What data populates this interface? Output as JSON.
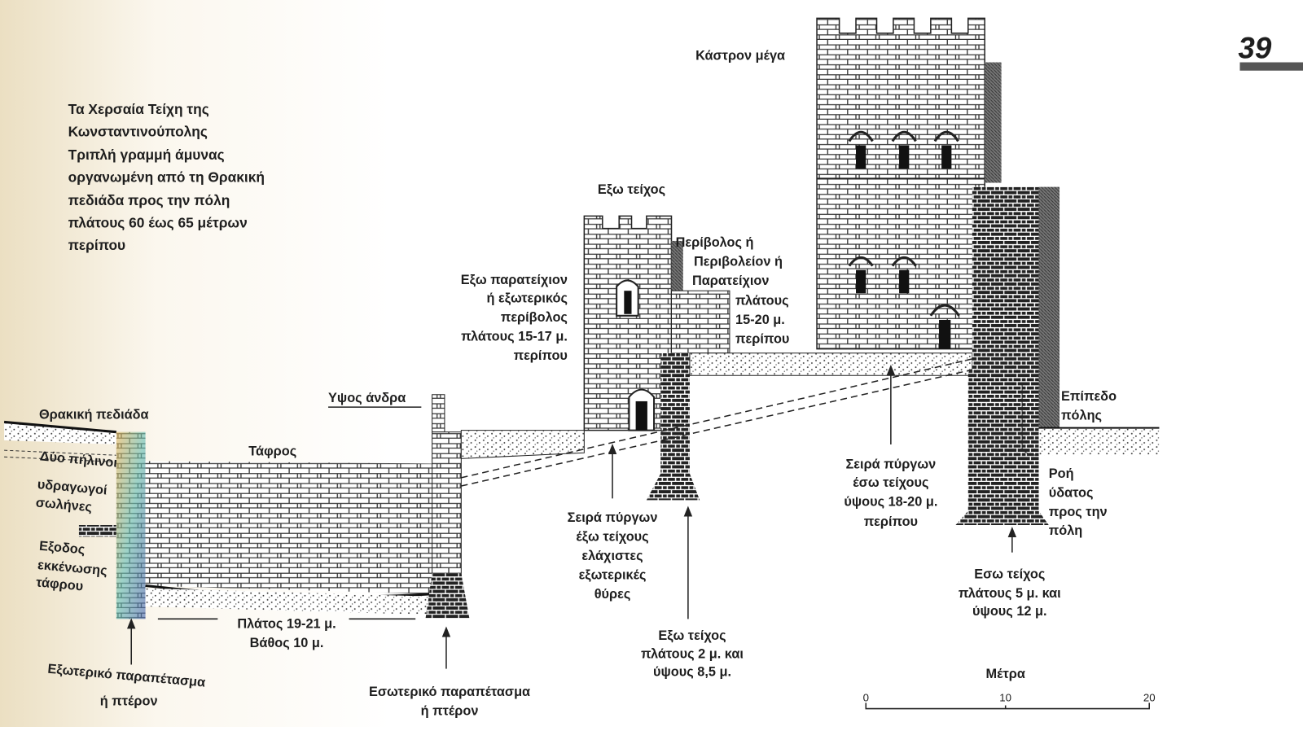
{
  "page_number": "39",
  "title_block": [
    "Τα Χερσαία Τείχη της",
    "Κωνσταντινούπολης",
    "Τριπλή γραμμή άμυνας",
    "οργανωμένη από τη Θρακική",
    "πεδιάδα προς την πόλη",
    "πλάτους 60 έως 65 μέτρων",
    "περίπου"
  ],
  "labels": {
    "kastron": "Κάστρον μέγα",
    "exo_teichos_top": "Εξω τείχος",
    "peribolos": [
      "Περίβολος ή",
      "Περιβολείον ή",
      "Παρατείχιον",
      "πλάτους",
      "15-20 μ.",
      "περίπου"
    ],
    "exo_parateichion": [
      "Εξω παρατείχιον",
      "ή εξωτερικός",
      "περίβολος",
      "πλάτους 15-17 μ.",
      "περίπου"
    ],
    "ypsos_andra": "Υψος άνδρα",
    "tafros": "Τάφρος",
    "thrakiki": "Θρακική πεδιάδα",
    "pipes": [
      "Δύο πήλινοι",
      "υδραγωγοί",
      "σωλήνες"
    ],
    "exodos": [
      "Εξοδος",
      "εκκένωσης",
      "τάφρου"
    ],
    "moat_dims": [
      "Πλάτος 19-21 μ.",
      "Βάθος 10 μ."
    ],
    "outer_parapet": [
      "Εξωτερικό παραπέτασμα",
      "ή πτέρον"
    ],
    "inner_parapet": [
      "Εσωτερικό παραπέτασμα",
      "ή πτέρον"
    ],
    "outer_towers": [
      "Σειρά πύργων",
      "έξω τείχους",
      "ελάχιστες",
      "εξωτερικές",
      "θύρες"
    ],
    "outer_wall": [
      "Εξω τείχος",
      "πλάτους 2 μ. και",
      "ύψους 8,5 μ."
    ],
    "inner_towers": [
      "Σειρά πύργων",
      "έσω τείχους",
      "ύψους 18-20 μ.",
      "περίπου"
    ],
    "city_level": [
      "Επίπεδο",
      "πόλης"
    ],
    "water_flow": [
      "Ροή",
      "ύδατος",
      "προς την",
      "πόλη"
    ],
    "inner_wall": [
      "Εσω τείχος",
      "πλάτους 5 μ. και",
      "ύψους 12 μ."
    ]
  },
  "scale_bar": {
    "title": "Μέτρα",
    "ticks": [
      "0",
      "10",
      "20"
    ]
  },
  "colors": {
    "ink": "#1e1e1e",
    "paper_edge": "#efe6cf",
    "accent_bar": "#555555"
  }
}
